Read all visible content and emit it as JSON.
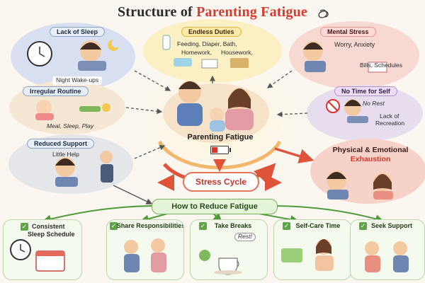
{
  "title": {
    "part1": "Structure of",
    "part2": "Parenting Fatigue"
  },
  "center": {
    "label": "Parenting Fatigue",
    "battery_level": 0.35
  },
  "stress_cycle": "Stress Cycle",
  "nodes": {
    "lack_of_sleep": {
      "title": "Lack of Sleep",
      "caption": "Night Wake-ups"
    },
    "endless_duties": {
      "title": "Endless Duties",
      "line1": "Feeding, Diaper, Bath,",
      "line2a": "Homework,",
      "line2b": "Housework,"
    },
    "mental_stress": {
      "title": "Mental Stress",
      "line1": "Worry, Anxiety",
      "line2": "Bills, Schedules"
    },
    "irregular_routine": {
      "title": "Irregular Routine",
      "caption": "Meal, Sleep, Play"
    },
    "no_time_for_self": {
      "title": "No Time for Self",
      "no_rest": "No Rest",
      "line1": "Lack of",
      "line2": "Recreation"
    },
    "reduced_support": {
      "title": "Reduced Support",
      "caption": "Little Help"
    },
    "exhaustion": {
      "line1": "Physical & Emotional",
      "line2": "Exhaustion"
    }
  },
  "reduce": {
    "banner": "How to Reduce Fatigue",
    "tips": [
      {
        "line1": "Consistent",
        "line2": "Sleep Schedule"
      },
      {
        "label": "Share Responsibilities"
      },
      {
        "label": "Take Breaks",
        "bubble": "Rest!"
      },
      {
        "label": "Self-Care Time"
      },
      {
        "label": "Seek Support"
      }
    ]
  },
  "colors": {
    "accent_red": "#d83a2e",
    "arrow_green": "#4f9a3a",
    "arrow_red": "#e0533b",
    "arrow_gray": "#555555"
  }
}
